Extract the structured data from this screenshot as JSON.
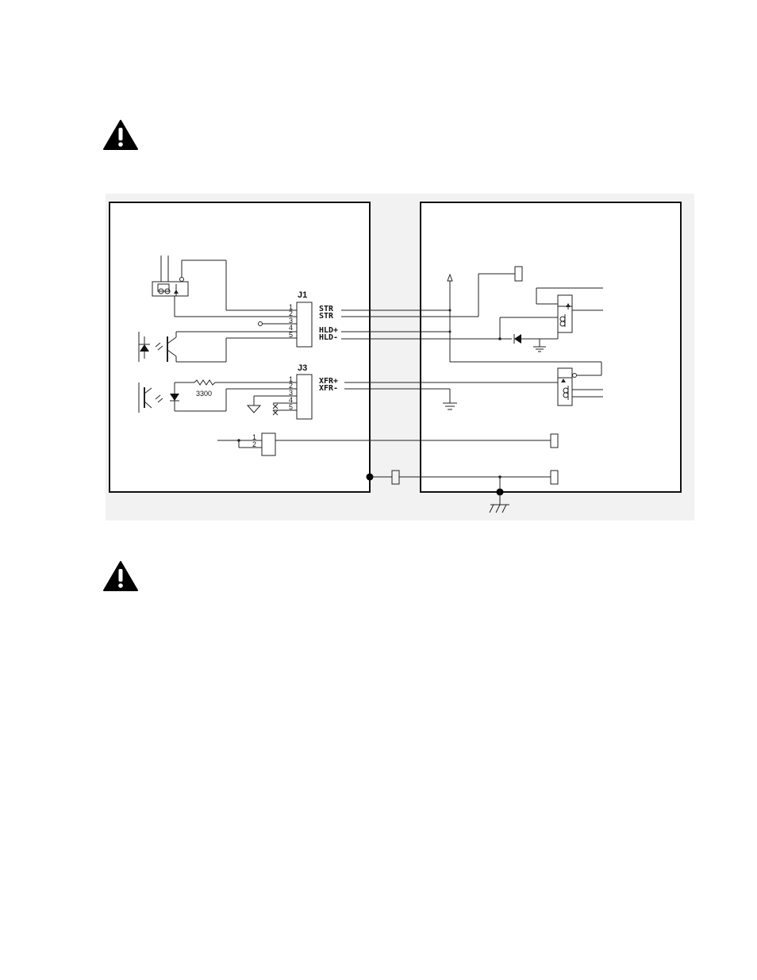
{
  "icons": {
    "warning_top": "warning-triangle-icon",
    "warning_bottom": "warning-triangle-icon"
  },
  "j1": {
    "header": "J1",
    "pins": [
      "1",
      "2",
      "3",
      "4",
      "5"
    ],
    "signals": [
      "STR",
      "STR",
      "HLD+",
      "HLD-"
    ]
  },
  "j3": {
    "header": "J3",
    "pins": [
      "1",
      "2",
      "3",
      "4",
      "5"
    ],
    "signals": [
      "XFR+",
      "XFR-"
    ]
  },
  "resistor_value": "3300",
  "terminal_block": {
    "pins": [
      "1",
      "2"
    ]
  }
}
